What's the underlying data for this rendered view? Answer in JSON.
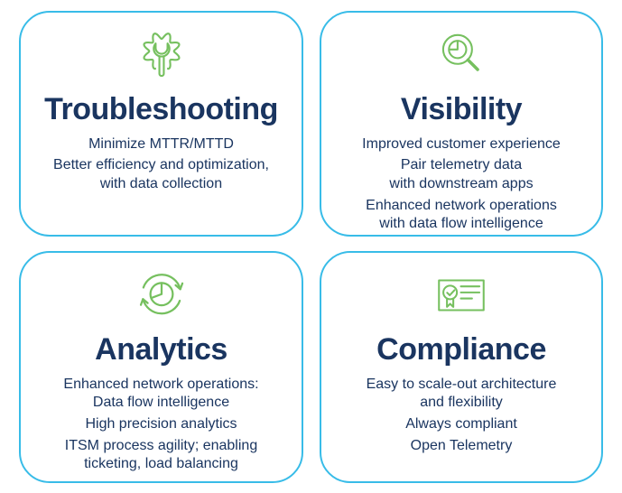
{
  "colors": {
    "accent_green": "#76C05F",
    "text_navy": "#1A3560",
    "card_border_blue": "#38BCE8",
    "background": "#FFFFFF"
  },
  "cards": [
    {
      "title": "Troubleshooting",
      "icon": "gear-wrench-icon",
      "points": [
        "Minimize MTTR/MTTD",
        "Better efficiency and optimization,\nwith data collection"
      ]
    },
    {
      "title": "Visibility",
      "icon": "magnifier-pie-chart-icon",
      "points": [
        "Improved customer experience",
        "Pair telemetry data\nwith downstream apps",
        "Enhanced network operations\nwith data flow intelligence"
      ]
    },
    {
      "title": "Analytics",
      "icon": "pie-chart-cycle-arrows-icon",
      "points": [
        "Enhanced network operations:\nData flow intelligence",
        "High precision analytics",
        "ITSM process agility; enabling\nticketing, load balancing"
      ]
    },
    {
      "title": "Compliance",
      "icon": "certificate-icon",
      "points": [
        "Easy to scale-out architecture\nand flexibility",
        "Always compliant",
        "Open Telemetry"
      ]
    }
  ]
}
